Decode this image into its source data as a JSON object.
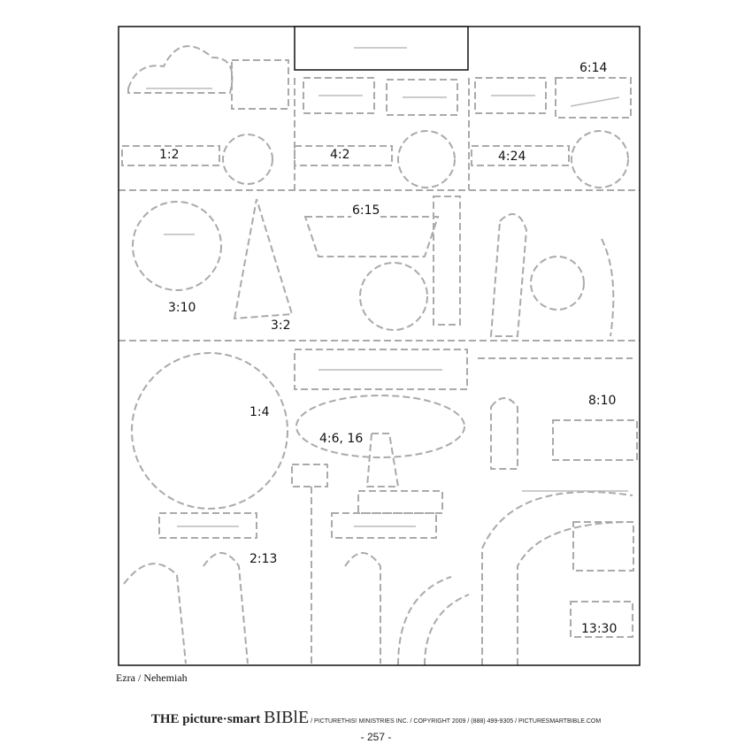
{
  "verse_refs": [
    "6:14",
    "1:2",
    "4:2",
    "4:24",
    "6:15",
    "3:10",
    "3:2",
    "1:4",
    "8:10",
    "4:6, 16",
    "2:13",
    "13:30"
  ],
  "caption": "Ezra / Nehemiah",
  "footer": {
    "brand_small": "THE picture",
    "brand_mid": "smart",
    "brand_big": "BIBlE",
    "info": " / PICTURETHIS! MINISTRIES INC.  /  COPYRIGHT 2009  /  (888) 499-9305  /  PICTURESMARTBIBLE.COM"
  },
  "page_number": "- 257 -"
}
